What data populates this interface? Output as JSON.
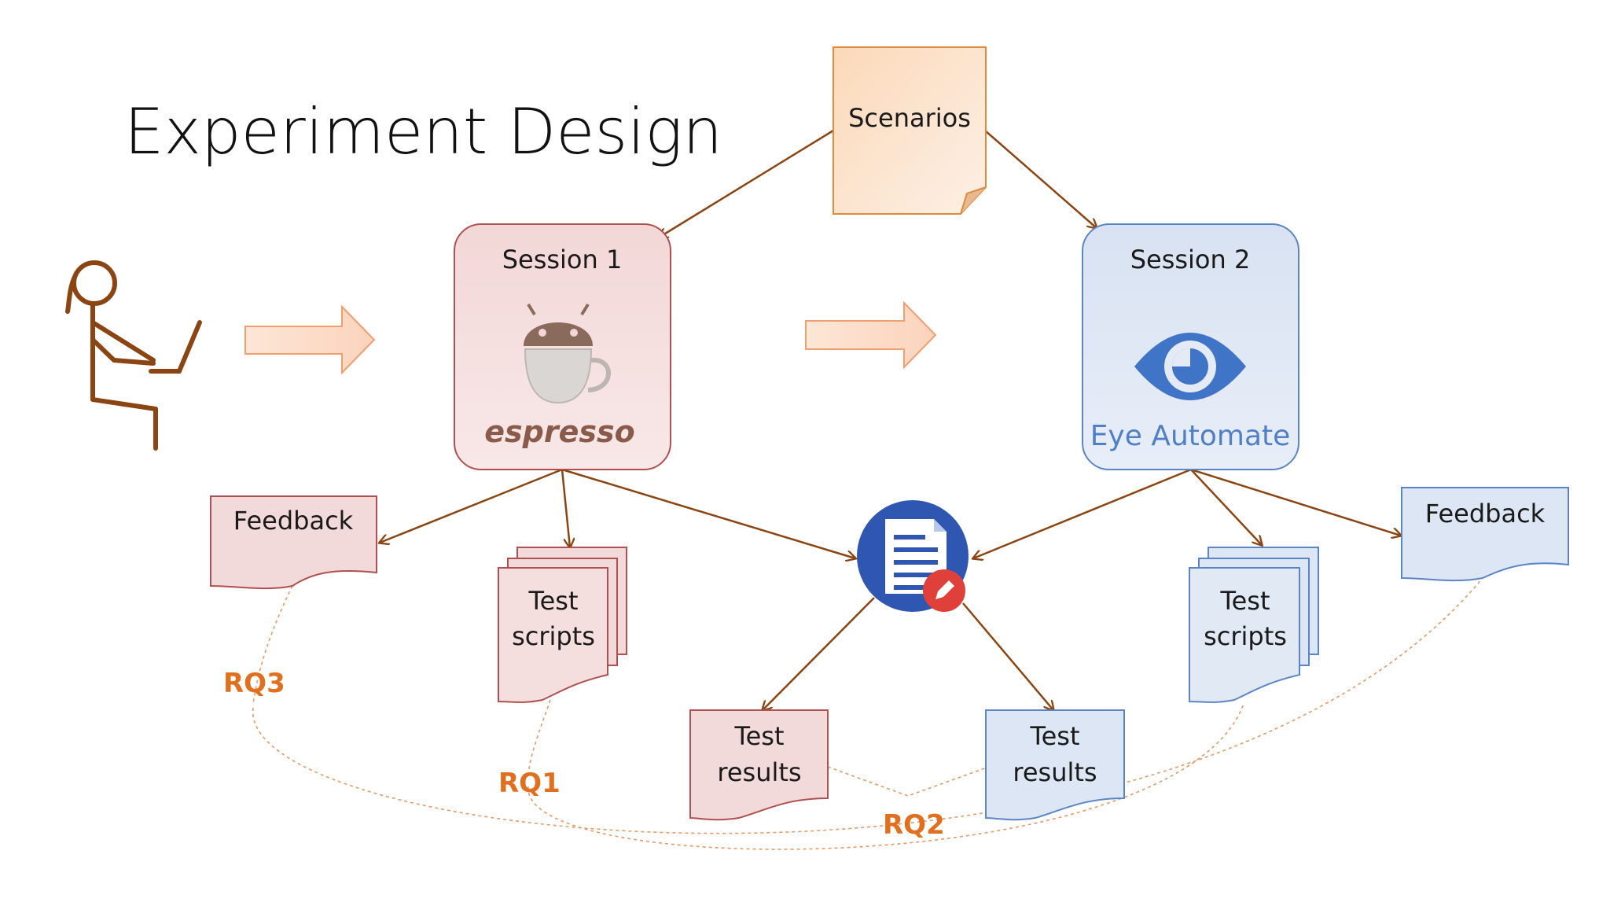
{
  "title": "Experiment Design",
  "scenarios": "Scenarios",
  "session1": {
    "title": "Session 1",
    "tool": "espresso"
  },
  "session2": {
    "title": "Session 2",
    "tool": "Eye Automate"
  },
  "feedback_left": "Feedback",
  "feedback_right": "Feedback",
  "test_scripts_left": {
    "line1": "Test",
    "line2": "scripts"
  },
  "test_scripts_right": {
    "line1": "Test",
    "line2": "scripts"
  },
  "test_results_left": {
    "line1": "Test",
    "line2": "results"
  },
  "test_results_right": {
    "line1": "Test",
    "line2": "results"
  },
  "rq": {
    "rq1": "RQ1",
    "rq2": "RQ2",
    "rq3": "RQ3"
  },
  "icons": [
    "person-at-laptop-icon",
    "android-cup-icon",
    "eye-icon",
    "document-edit-icon",
    "right-arrow-icon"
  ],
  "colors": {
    "pink_fill": "#f2dcdc",
    "pink_stroke": "#b05050",
    "blue_fill": "#dde6f4",
    "blue_stroke": "#5b85c5",
    "arrow": "#8b4513",
    "rq": "#e07020",
    "note_fill": "#fbe3cc",
    "note_stroke": "#e08a40"
  }
}
